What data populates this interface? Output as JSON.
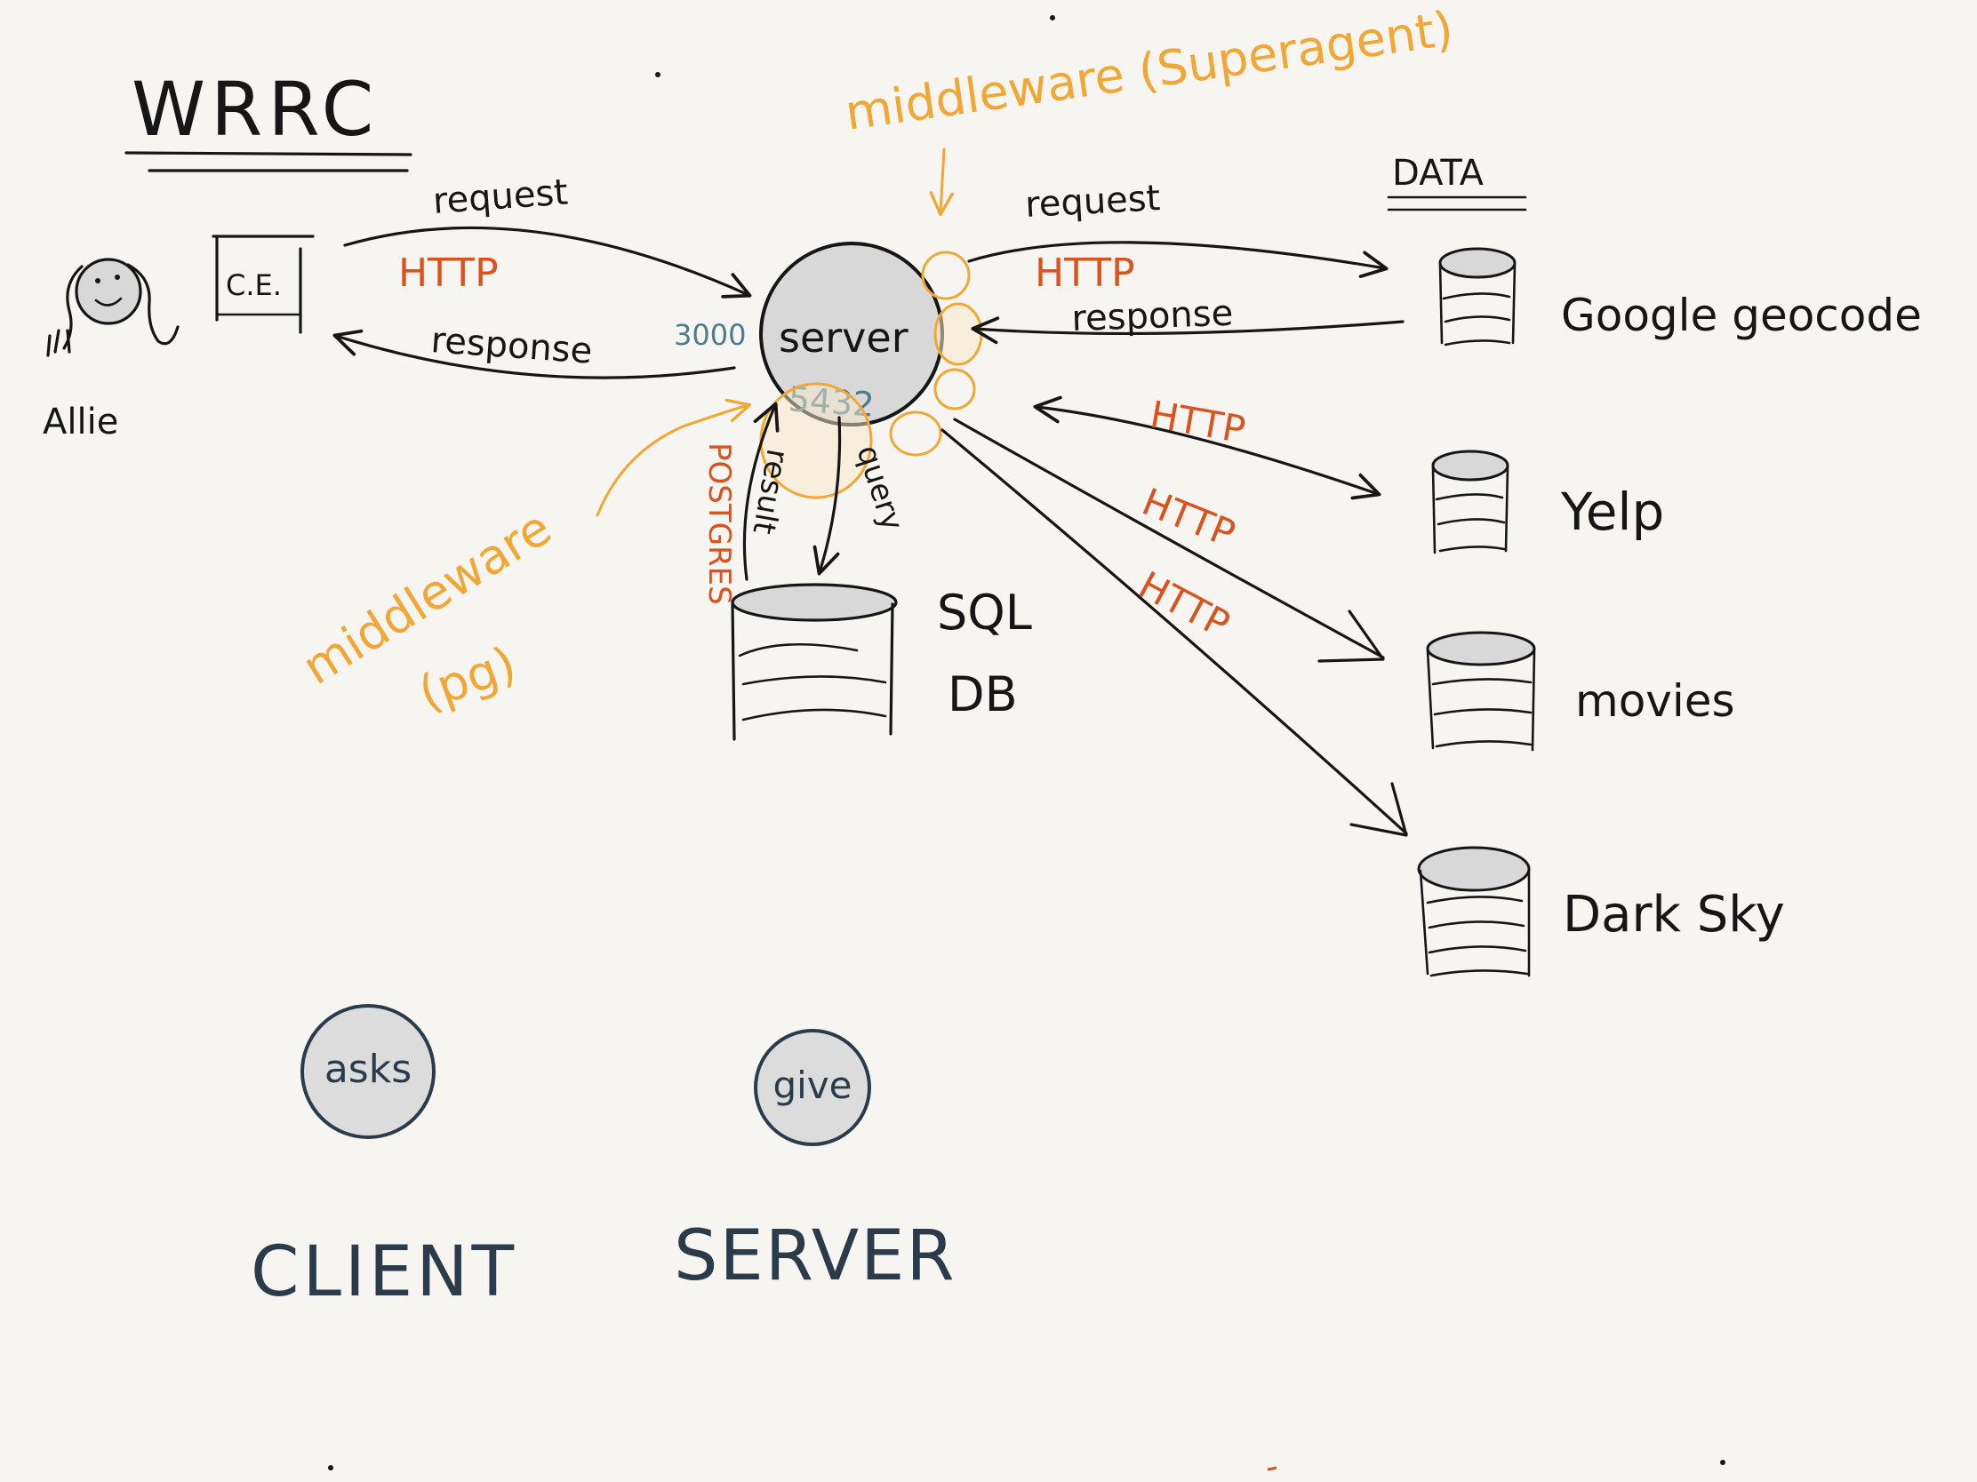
{
  "title": "WRRC",
  "data_heading": "DATA",
  "client": {
    "person_label": "Allie",
    "browser_label": "C.E."
  },
  "client_server": {
    "request_label": "request",
    "request_protocol": "HTTP",
    "response_label": "response",
    "port_label": "3000"
  },
  "server": {
    "label": "server",
    "db_port": "5432"
  },
  "middleware_top": "middleware (Superagent)",
  "middleware_pg": [
    "middleware",
    "(pg)"
  ],
  "database": {
    "vertical_label": "POSTGRES",
    "result_label": "result",
    "query_label": "query",
    "name_lines": [
      "SQL",
      "DB"
    ]
  },
  "apis": {
    "request_label": "request",
    "response_label": "response",
    "protocol": "HTTP",
    "sources": [
      "Google geocode",
      "Yelp",
      "movies",
      "Dark Sky"
    ]
  },
  "legend": {
    "client_bubble": "asks",
    "server_bubble": "give",
    "client_label": "CLIENT",
    "server_label": "SERVER"
  },
  "colors": {
    "background": "#f6f5f1",
    "ink": "#161616",
    "protocol": "#d9531e",
    "middleware": "#f2a735",
    "port": "#4d7c8a",
    "node_fill": "#d8d8d8",
    "legend_ink": "#2c3b4a"
  }
}
